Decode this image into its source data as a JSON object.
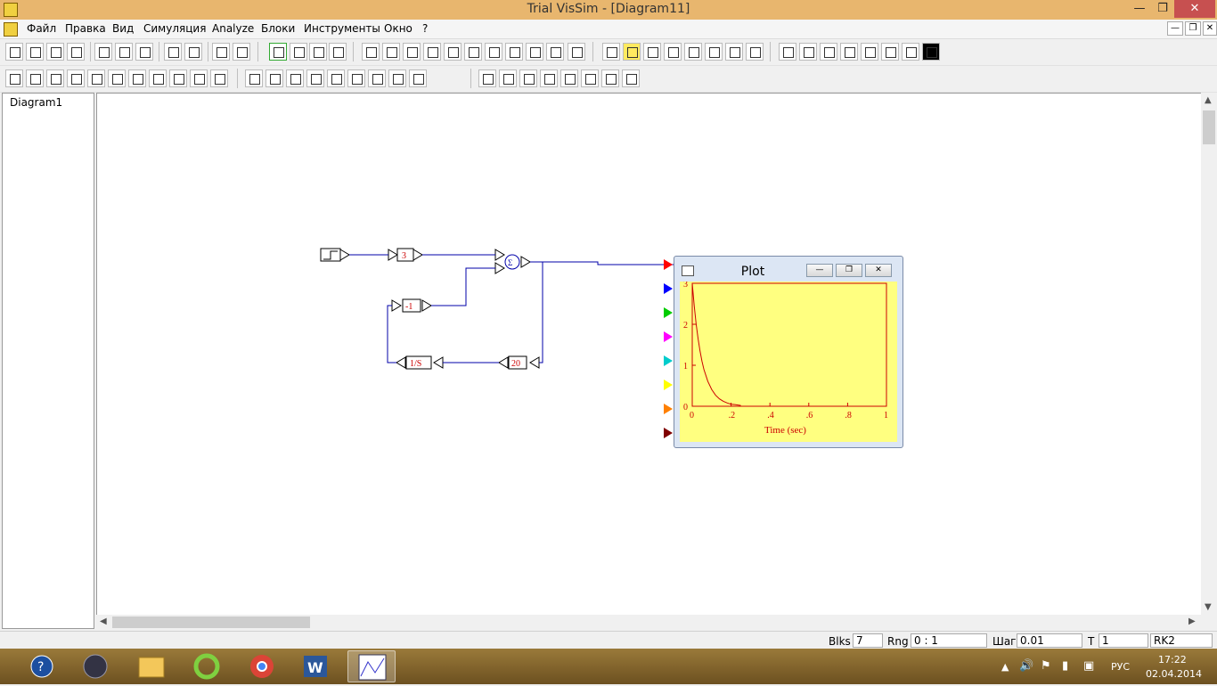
{
  "window": {
    "title": "Trial VisSim - [Diagram11]",
    "min_glyph": "—",
    "restore_glyph": "❐",
    "close_glyph": "✕"
  },
  "menu": [
    "Файл",
    "Правка",
    "Вид",
    "Симуляция",
    "Analyze",
    "Блоки",
    "Инструменты",
    "Окно",
    "?"
  ],
  "tree": {
    "items": [
      "Diagram1"
    ]
  },
  "diagram": {
    "blocks": [
      {
        "name": "step-block",
        "label": ""
      },
      {
        "name": "gain-3",
        "label": "3"
      },
      {
        "name": "summing-junction",
        "label": "Σ"
      },
      {
        "name": "gain-neg1",
        "label": "-1"
      },
      {
        "name": "integrator",
        "label": "1/S"
      },
      {
        "name": "gain-20",
        "label": "20"
      }
    ]
  },
  "plot": {
    "window_title": "Plot",
    "xlabel": "Time (sec)",
    "x_ticks": [
      "0",
      ".2",
      ".4",
      ".6",
      ".8",
      "1"
    ],
    "y_ticks": [
      "0",
      "1",
      "2",
      "3"
    ]
  },
  "chart_data": {
    "type": "line",
    "xlabel": "Time (sec)",
    "xlim": [
      0,
      1
    ],
    "ylim": [
      0,
      3
    ],
    "series": [
      {
        "x": [
          0,
          0.01,
          0.02,
          0.03,
          0.04,
          0.05,
          0.06,
          0.08,
          0.1,
          0.12,
          0.14,
          0.16,
          0.18,
          0.2,
          0.22,
          0.25
        ],
        "y": [
          3,
          2.46,
          2.01,
          1.65,
          1.35,
          1.1,
          0.9,
          0.61,
          0.41,
          0.27,
          0.18,
          0.12,
          0.08,
          0.05,
          0.04,
          0.02
        ],
        "color": "#cc0000"
      }
    ],
    "background": "#ffff80",
    "axis_color": "#cc0000"
  },
  "status": {
    "blks_label": "Blks",
    "blks_value": "7",
    "rng_label": "Rng",
    "rng_value": "0 : 1",
    "step_label": "Шаг",
    "step_value": "0.01",
    "t_label": "T",
    "t_value": "1",
    "method": "RK2"
  },
  "taskbar": {
    "lang": "РУС",
    "time": "17:22",
    "date": "02.04.2014"
  },
  "colors": {
    "titlebar": "#e8b66e",
    "wire": "#0000aa",
    "plot_bg": "#ffff80",
    "plot_axis": "#cc0000",
    "plot_inputs": [
      "#ff0000",
      "#0000ff",
      "#00cc00",
      "#ff00ff",
      "#00cccc",
      "#ffff00",
      "#ff8000",
      "#800000"
    ]
  }
}
